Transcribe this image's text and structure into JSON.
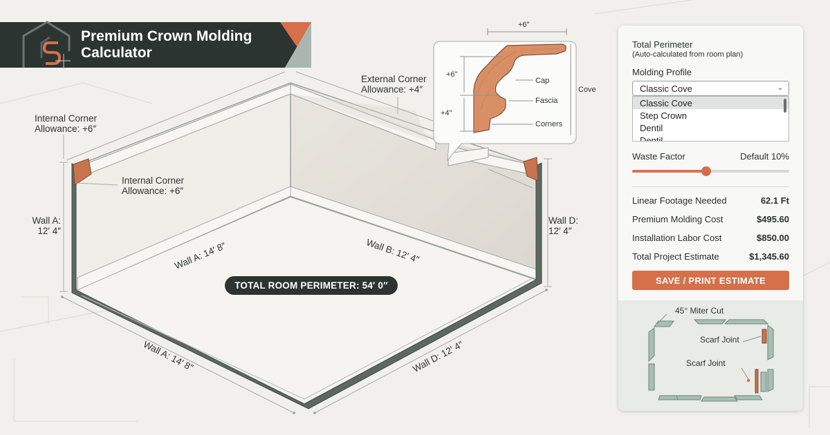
{
  "header": {
    "title": "Premium Crown Molding Calculator"
  },
  "colors": {
    "accent": "#D6704A",
    "dark_banner": "#2C3431",
    "panel_bg": "#F8F8F6",
    "wall": "#E5E2DB",
    "floor": "#F4F3EF",
    "molding_profile": "#D98F66"
  },
  "room": {
    "internal_corner_top": "Internal Corner\nAllowance: +6″",
    "internal_corner_mid": "Internal Corner\nAllowance: +6″",
    "external_corner": "External Corner\nAllowance: +4″",
    "wall_a_height_left": "Wall A:\n12′ 4″",
    "wall_d_height_right": "Wall D:\n12′ 4″",
    "wall_a_inner": "Wall A: 14′ 8″",
    "wall_b_inner": "Wall B: 12′ 4″",
    "wall_a_outer": "Wall A: 14′ 8″",
    "wall_d_outer": "Wall D: 12′ 4″",
    "total_perimeter": "TOTAL ROOM PERIMETER: 54′ 0″"
  },
  "profile_detail": {
    "width_dim": "+6″",
    "height_dim_top": "+6\"",
    "height_dim_bottom": "+4\"",
    "cap_label": "Cap",
    "fascia_label": "Fascia",
    "corners_label": "Corners",
    "cove_label": "Cove"
  },
  "calculator": {
    "total_perimeter_label": "Total Perimeter",
    "total_perimeter_sub": "(Auto-calculated from room plan)",
    "molding_profile_label": "Molding Profile",
    "selected_profile": "Classic Cove",
    "profile_options": [
      "Classic Cove",
      "Step Crown",
      "Dentil",
      "Dentil"
    ],
    "waste_factor_label": "Waste Factor",
    "waste_factor_default": "Default 10%",
    "waste_slider_fraction": 0.47,
    "results": [
      {
        "label": "Linear Footage Needed",
        "value": "62.1 Ft"
      },
      {
        "label": "Premium Molding Cost",
        "value": "$495.60"
      },
      {
        "label": "Installation Labor Cost",
        "value": "$850.00"
      },
      {
        "label": "Total Project Estimate",
        "value": "$1,345.60"
      }
    ],
    "save_button": "SAVE / PRINT ESTIMATE"
  },
  "joint_diagram": {
    "miter_label": "45° Miter Cut",
    "scarf_label_1": "Scarf Joint",
    "scarf_label_2": "Scarf Joint"
  }
}
